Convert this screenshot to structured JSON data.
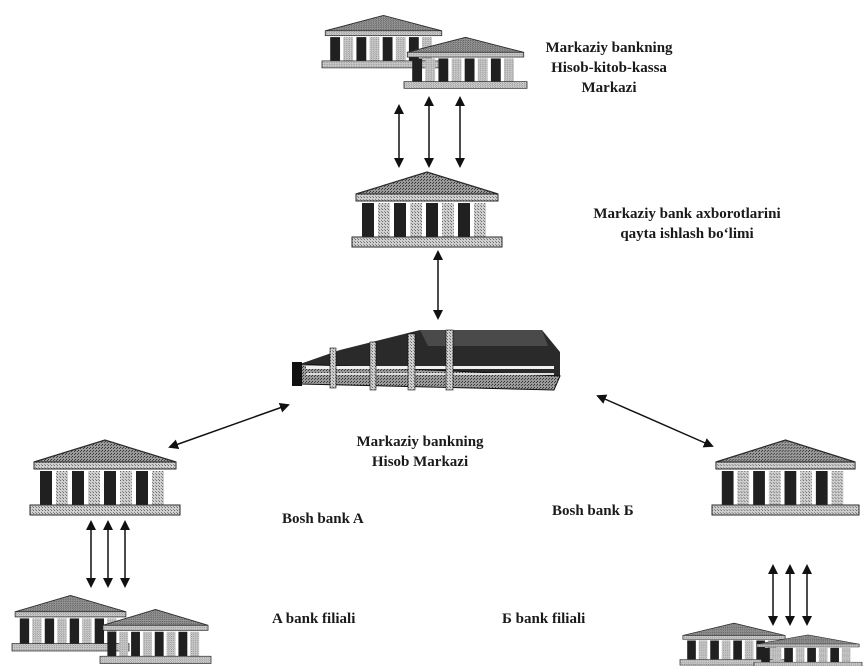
{
  "nodes": {
    "rkm": {
      "line1": "Markaziy bankning",
      "line2": "Hisob-kitob-kassa",
      "line3": "Markazi"
    },
    "processing": {
      "line1": "Markaziy bank axborotlarini",
      "line2": "qayta ishlash bo‘limi"
    },
    "hisob_markazi": {
      "line1": "Markaziy bankning",
      "line2": "Hisob Markazi"
    },
    "bank_a": {
      "head": "Bosh bank A",
      "branch": "A bank filiali"
    },
    "bank_b": {
      "head": "Bosh bank Б",
      "branch": "Б bank filiali"
    }
  }
}
